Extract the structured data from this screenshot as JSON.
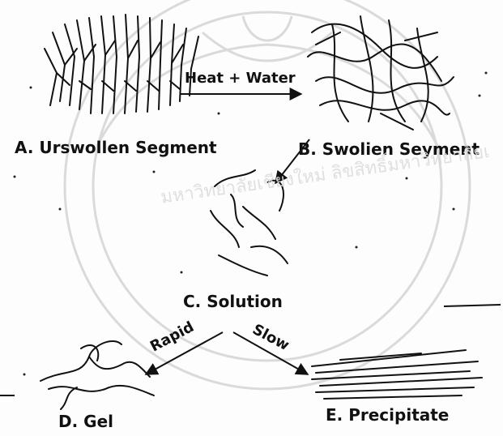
{
  "diagram": {
    "segment_a_label": "A. Urswollen Segment",
    "segment_b_label": "B. Swolien Seyment",
    "solution_label": "C. Solution",
    "gel_label": "D. Gel",
    "precipitate_label": "E. Precipitate",
    "arrow_heat_label": "Heat + Water",
    "arrow_rapid_label": "Rapid",
    "arrow_slow_label": "Slow",
    "watermark_text": "มหาวิทยาลัยเชียงใหม่ ลิขสิทธิ์มหาวิทยาลัยเชียงใหม่ ขอมเกล้าฯ",
    "ink_color": "#111111",
    "watermark_color": "#d9d9d9"
  }
}
